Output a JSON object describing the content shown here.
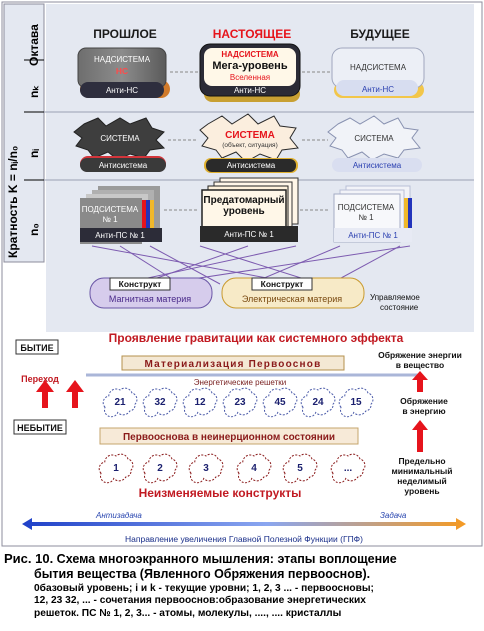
{
  "axis": {
    "octave": "Октава",
    "multiplicity": "Кратность  K = nᵢ/n₀",
    "nk": "nₖ",
    "ni": "nᵢ",
    "n0": "n₀"
  },
  "columns": {
    "past": "ПРОШЛОЕ",
    "present": "НАСТОЯЩЕЕ",
    "future": "БУДУЩЕЕ"
  },
  "top_row": {
    "past_super": "НАДСИСТЕМА",
    "past_super_ns": "НС",
    "past_anti": "Анти-НС",
    "present_super": "НАДСИСТЕМА",
    "present_mega": "Мега-уровень",
    "present_universe": "Вселенная",
    "present_anti": "Анти-НС",
    "future_super": "НАДСИСТЕМА",
    "future_anti": "Анти-НС"
  },
  "middle_row": {
    "past_system": "СИСТЕМА",
    "past_anti": "Антисистема",
    "present_system": "СИСТЕМА",
    "present_sub": "(объект, ситуация)",
    "present_anti": "Антисистема",
    "future_system": "СИСТЕМА",
    "future_anti": "Антисистема"
  },
  "bottom_row": {
    "past_sub": "ПОДСИСТЕМА",
    "past_no": "№ 1",
    "past_anti": "Анти-ПС № 1",
    "present_label1": "Предатомарный",
    "present_label2": "уровень",
    "present_anti": "Анти-ПС № 1",
    "future_sub": "ПОДСИСТЕМА",
    "future_no": "№ 1",
    "future_anti": "Анти-ПС № 1"
  },
  "constructs": {
    "left_title": "Конструкт",
    "left_body": "Магнитная материя",
    "right_title": "Конструкт",
    "right_body": "Электрическая материя",
    "managed1": "Управляемое",
    "managed2": "состояние"
  },
  "gravity": "Проявление гравитации как системного эффекта",
  "being": "БЫТИЕ",
  "transition": "Переход",
  "nonbeing": "НЕБЫТИЕ",
  "materialization": "Материализация Первооснов",
  "energy_grids": "Энергетические решетки",
  "clouds_top": [
    "21",
    "32",
    "12",
    "23",
    "45",
    "24",
    "15"
  ],
  "primordial": "Первооснова в неинерционном состоянии",
  "clouds_bottom": [
    "1",
    "2",
    "3",
    "4",
    "5",
    "..."
  ],
  "unchanging": "Неизменяемые конструкты",
  "right_notes": {
    "energy_to_matter1": "Обряжение энергии",
    "energy_to_matter2": "в вещество",
    "into_energy1": "Обряжение",
    "into_energy2": "в энергию",
    "limit1": "Предельно",
    "limit2": "минимальный",
    "limit3": "неделимый",
    "limit4": "уровень"
  },
  "bottom_bar": {
    "antitask": "Антизадача",
    "task": "Задача",
    "direction": "Направление  увеличения Главной Полезной Функции  (ГПФ)"
  },
  "caption": {
    "figure": "Рис. 10.",
    "title1": " Схема многоэкранного мышления: этапы воплощение",
    "title2": "бытия вещества (Явленного Обряжения  первооснов).",
    "note1": "0базовый уровень; i и k - текущие уровни; 1, 2, 3 ... - первоосновы;",
    "note2": "12, 23 32, ... -  сочетания первооснов:образование энергетических",
    "note3": "решеток.  ПС № 1, 2, 3... - атомы, молекулы, ...., .... кристаллы"
  },
  "colors": {
    "panel": "#e4e8f1",
    "red": "#e6141c",
    "navy": "#1a1f6e",
    "blue": "#2b55c9",
    "gold": "#c99a2e",
    "orange": "#f07a1a"
  }
}
